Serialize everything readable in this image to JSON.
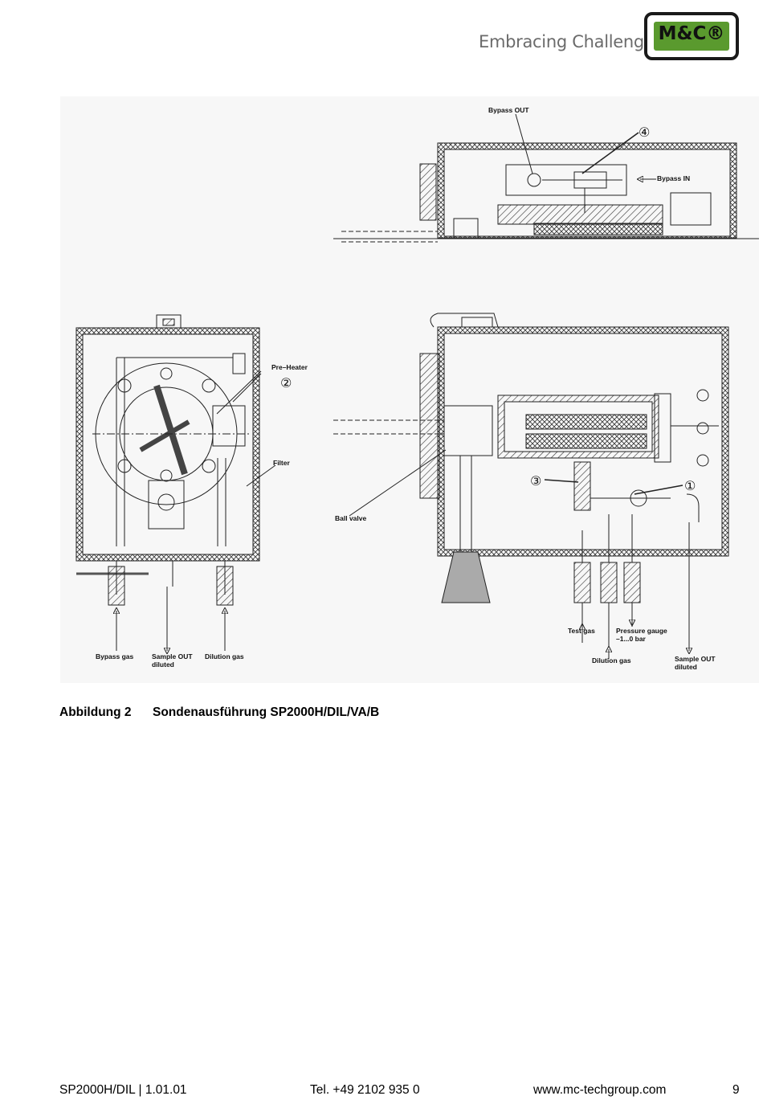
{
  "header": {
    "tagline": "Embracing Challenge",
    "logo_text": "M&C®",
    "logo_color": "#5a9a2e"
  },
  "figure": {
    "labels": {
      "bypass_out": "Bypass OUT",
      "bypass_in": "Bypass IN",
      "pre_heater": "Pre–Heater",
      "filter": "Filter",
      "ball_valve": "Ball valve",
      "bypass_gas": "Bypass gas",
      "sample_out_diluted_line1": "Sample OUT",
      "sample_out_diluted_line2": "diluted",
      "dilution_gas": "Dilution gas",
      "test_gas": "Test gas",
      "pressure_gauge_line1": "Pressure gauge",
      "pressure_gauge_line2": "–1...0 bar",
      "dilution_gas_right": "Dilution gas",
      "sample_out_right_line1": "Sample OUT",
      "sample_out_right_line2": "diluted"
    },
    "markers": {
      "m1": "①",
      "m2": "②",
      "m3": "③",
      "m4": "④"
    }
  },
  "caption": {
    "number": "Abbildung 2",
    "title": "Sondenausführung SP2000H/DIL/VA/B"
  },
  "footer": {
    "doc": "SP2000H/DIL | 1.01.01",
    "tel": "Tel. +49 2102 935 0",
    "web": "www.mc-techgroup.com",
    "page": "9"
  }
}
